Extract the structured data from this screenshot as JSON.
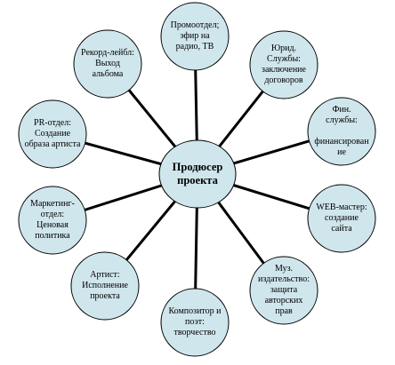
{
  "center": {
    "label": "Продюсер\nпроекта"
  },
  "nodes": [
    {
      "id": "promo",
      "label": "Промоотдел;\nэфир на\nрадио, ТВ"
    },
    {
      "id": "legal",
      "label": "Юрид.\nСлужбы:\nзаключение\nдоговоров"
    },
    {
      "id": "finance",
      "label": "Фин.\nслужбы:\n\nфинансирован\nие"
    },
    {
      "id": "web",
      "label": "WEB-мастер:\nсоздание\nсайта"
    },
    {
      "id": "publisher",
      "label": "Муз.\nиздательство:\nзащита\nавторских\nправ"
    },
    {
      "id": "composer",
      "label": "Композитор и\nпоэт:\nтворчество"
    },
    {
      "id": "artist",
      "label": "Артист:\nИсполнение\nпроекта"
    },
    {
      "id": "marketing",
      "label": "Маркетинг-\nотдел:\nЦеновая\nполитика"
    },
    {
      "id": "pr",
      "label": "PR-отдел:\nСоздание\nобраза артиста"
    },
    {
      "id": "label",
      "label": "Рекорд-лейбл:\nВыход\nальбома"
    }
  ],
  "colors": {
    "fill": "#cfe6ec",
    "stroke": "#000000",
    "line": "#000000"
  }
}
